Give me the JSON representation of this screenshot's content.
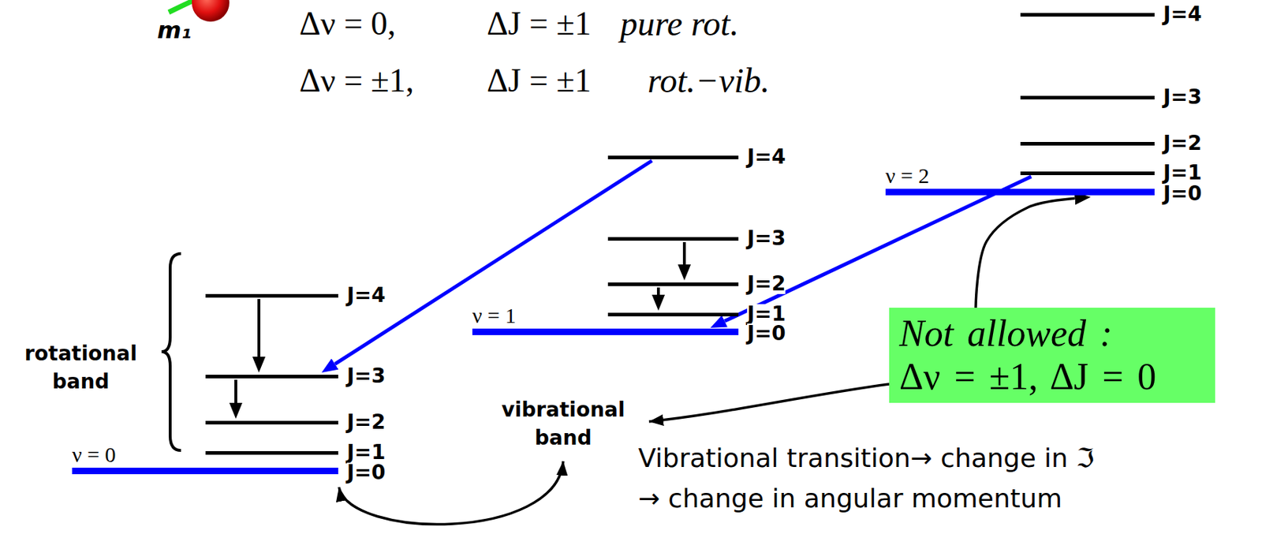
{
  "diagram": {
    "nodes": [
      {
        "text": [
          "J=4"
        ]
      },
      {
        "text": [
          "J=3"
        ]
      },
      {
        "text": [
          "J=2"
        ]
      },
      {
        "text": [
          "J=1"
        ]
      },
      {
        "text": [
          "ν = 0",
          "J=0"
        ]
      },
      {
        "text": [
          "J=4"
        ]
      },
      {
        "text": [
          "J=3"
        ]
      },
      {
        "text": [
          "J=2"
        ]
      },
      {
        "text": [
          "J=1"
        ]
      },
      {
        "text": [
          "ν = 1",
          "J=0"
        ]
      },
      {
        "text": [
          "J=4"
        ]
      },
      {
        "text": [
          "J=3"
        ]
      },
      {
        "text": [
          "J=2"
        ]
      },
      {
        "text": [
          "J=1"
        ]
      },
      {
        "text": [
          "ν = 2",
          "J=0"
        ]
      },
      {
        "text": [
          "Not allowed :",
          "Δν = ±1, ΔJ = 0"
        ]
      }
    ],
    "edges": [
      {
        "from": 0,
        "to": 1,
        "arrow": "to"
      },
      {
        "from": 1,
        "to": 2,
        "arrow": "to"
      },
      {
        "from": 6,
        "to": 7,
        "arrow": "to"
      },
      {
        "from": 7,
        "to": 8,
        "arrow": "to"
      },
      {
        "from": 5,
        "to": 1,
        "arrow": "to"
      },
      {
        "from": 13,
        "to": 9,
        "arrow": "to"
      },
      {
        "from": 15,
        "to": 14,
        "arrow": "to"
      }
    ],
    "labels": [
      "m₁",
      "Δν = 0,",
      "ΔJ = ±1",
      "pure rot.",
      "Δν = ±1,",
      "ΔJ = ±1",
      "rot.−vib.",
      "rotational band",
      "vibrational band",
      "Vibrational transition→ change in ℑ",
      "→ change in angular momentum"
    ]
  }
}
